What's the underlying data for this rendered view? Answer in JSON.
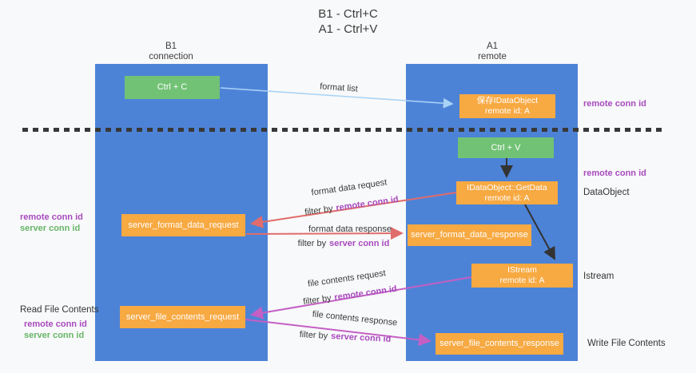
{
  "title": {
    "line1": "B1 - Ctrl+C",
    "line2": "A1 - Ctrl+V"
  },
  "lanes": [
    {
      "name": "B1",
      "sub": "connection"
    },
    {
      "name": "A1",
      "sub": "remote"
    }
  ],
  "nodes": {
    "ctrl_c": "Ctrl + C",
    "ctrl_v": "Ctrl + V",
    "save_idataobject": {
      "line1": "保存IDataObject",
      "line2": "remote id: A"
    },
    "getdata": {
      "line1": "IDataObject::GetData",
      "line2": "remote id: A"
    },
    "istream": {
      "line1": "IStream",
      "line2": "remote id: A"
    },
    "format_request": "server_format_data_request",
    "format_response": "server_format_data_response",
    "file_request": "server_file_contents_request",
    "file_response": "server_file_contents_response"
  },
  "edge_labels": {
    "format_list": "format list",
    "format_data_request": "format data request",
    "format_data_response": "format data response",
    "file_contents_request": "file contents request",
    "file_contents_response": "file contents response",
    "filter_by": "filter by",
    "remote_conn_id": "remote conn id",
    "server_conn_id": "server conn id"
  },
  "annotations": {
    "remote_conn_id": "remote conn id",
    "server_conn_id": "server conn id",
    "dataobject": "DataObject",
    "istream": "Istream",
    "read_file_contents": "Read File Contents",
    "write_file_contents": "Write File Contents"
  },
  "colors": {
    "lane_blue": "#4d83d7",
    "box_orange": "#f7a942",
    "box_green": "#72c275",
    "arrow_red": "#e06c6c",
    "arrow_magenta": "#c45fc4",
    "arrow_light_blue": "#a9d3f5",
    "arrow_black": "#333333",
    "text_purple": "#a84abe",
    "text_green": "#67b567",
    "dashed_line": "#383838"
  }
}
